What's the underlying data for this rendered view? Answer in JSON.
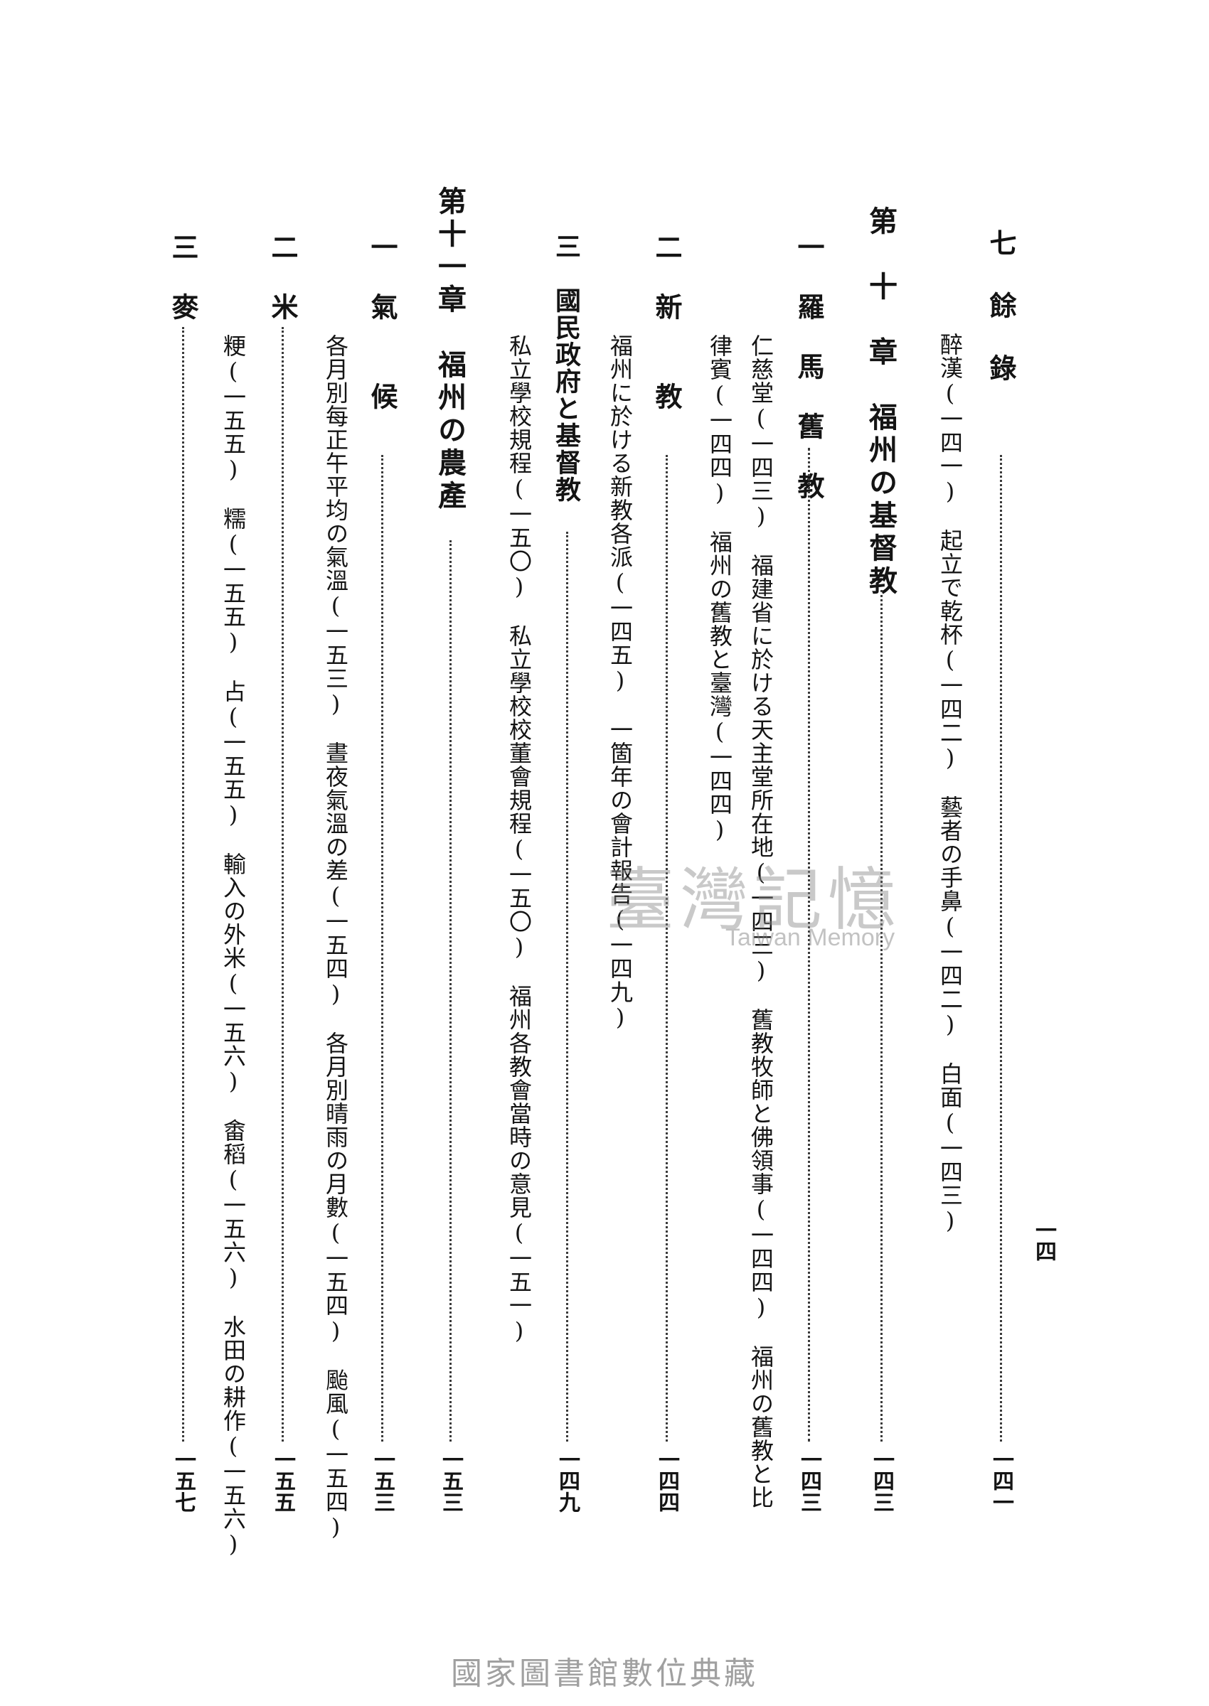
{
  "page_number": "一四",
  "entries": [
    {
      "title": "七　餘　錄",
      "page": "一四一",
      "subentries": [
        "醉漢(一四一)　起立で乾杯(一四二)　藝者の手鼻(一四二)　白面(一四三)"
      ]
    },
    {
      "title": "第　十　章　福州の基督教",
      "page": "一四三",
      "subentries": []
    },
    {
      "title": "一　羅　馬　舊　教",
      "page": "一四三",
      "subentries": [
        "仁慈堂(一四三)　福建省に於ける天主堂所在地(一四三)　舊教牧師と佛領事(一四四)　福州の舊教と比",
        "律賓(一四四)　福州の舊教と臺灣(一四四)"
      ]
    },
    {
      "title": "二　新　　教",
      "page": "一四四",
      "subentries": [
        "福州に於ける新教各派(一四五)　一箇年の會計報告(一四九)"
      ]
    },
    {
      "title": "三　國民政府と基督教",
      "page": "一四九",
      "subentries": [
        "私立學校規程(一五〇)　私立學校校董會規程(一五〇)　福州各教會當時の意見(一五一)"
      ]
    },
    {
      "title": "第十一章　福州の農產",
      "page": "一五三",
      "subentries": []
    },
    {
      "title": "一　氣　　候",
      "page": "一五三",
      "subentries": [
        "各月別每正午平均の氣溫(一五三)　晝夜氣溫の差(一五四)　各月別晴雨の月數(一五四)　颱風(一五四)"
      ]
    },
    {
      "title": "二　米",
      "page": "一五五",
      "subentries": [
        "粳(一五五)　糯(一五五)　占(一五五)　輸入の外米(一五六)　畬稻(一五六)　水田の耕作(一五六)"
      ]
    },
    {
      "title": "三　麥",
      "page": "一五七",
      "subentries": []
    }
  ],
  "watermark": {
    "chinese": "臺灣記憶",
    "english": "Taiwan Memory"
  },
  "footer": "國家圖書館數位典藏"
}
